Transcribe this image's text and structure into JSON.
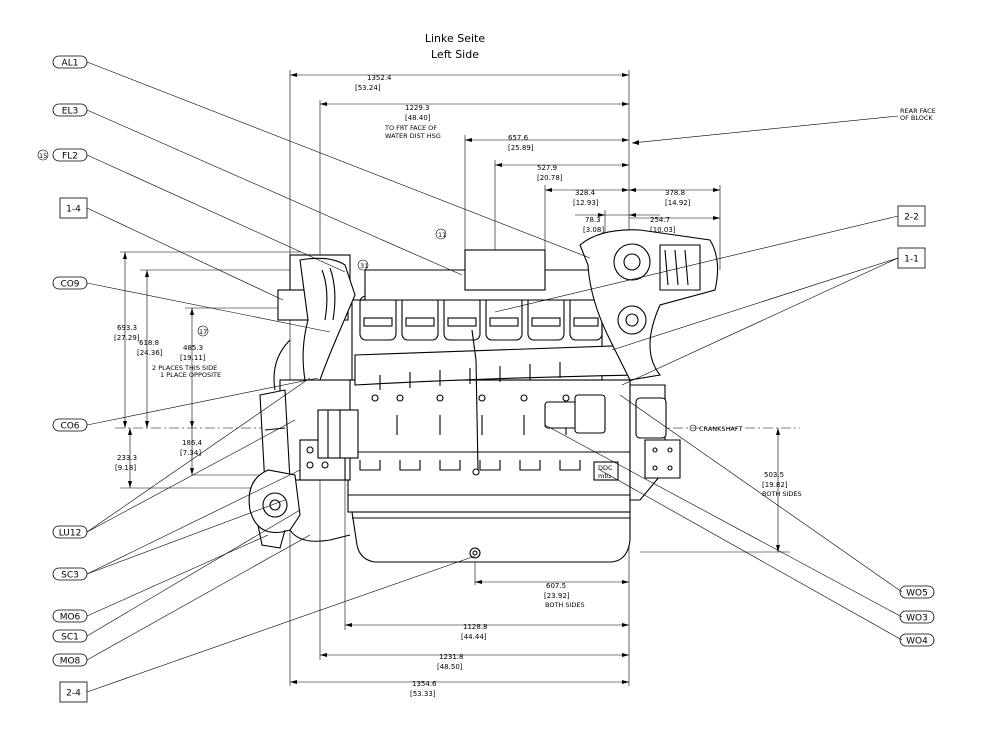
{
  "title": {
    "line1": "Linke Seite",
    "line2": "Left Side"
  },
  "notes": {
    "rear_face_1": "REAR FACE",
    "rear_face_2": "OF BLOCK",
    "water_dist_1": "TO FRT FACE OF",
    "water_dist_2": "WATER DIST HSG",
    "places_1": "2 PLACES THIS SIDE",
    "places_2": "1 PLACE OPPOSITE",
    "crankshaft": "CRANKSHAFT",
    "both_sides_right": "BOTH SIDES",
    "both_sides_bottom": "BOTH SIDES",
    "badge_1": "DDC",
    "badge_2": "mtu",
    "marker_11": "11",
    "marker_15": "15",
    "marker_31": "31",
    "marker_17": "17"
  },
  "dimensions": {
    "d1352": {
      "mm": "1352.4",
      "in": "[53.24]"
    },
    "d1229": {
      "mm": "1229.3",
      "in": "[48.40]"
    },
    "d657": {
      "mm": "657.6",
      "in": "[25.89]"
    },
    "d527": {
      "mm": "527.9",
      "in": "[20.78]"
    },
    "d328": {
      "mm": "328.4",
      "in": "[12.93]"
    },
    "d378": {
      "mm": "378.8",
      "in": "[14.92]"
    },
    "d78": {
      "mm": "78.3",
      "in": "[3.08]"
    },
    "d254": {
      "mm": "254.7",
      "in": "[10.03]"
    },
    "d693": {
      "mm": "693.3",
      "in": "[27.29]"
    },
    "d618": {
      "mm": "618.8",
      "in": "[24.36]"
    },
    "d485": {
      "mm": "485.3",
      "in": "[19.11]"
    },
    "d186": {
      "mm": "186.4",
      "in": "[7.34]"
    },
    "d233": {
      "mm": "233.3",
      "in": "[9.18]"
    },
    "d503": {
      "mm": "503.5",
      "in": "[19.82]"
    },
    "d607": {
      "mm": "607.5",
      "in": "[23.92]"
    },
    "d1128": {
      "mm": "1128.8",
      "in": "[44.44]"
    },
    "d1231": {
      "mm": "1231.8",
      "in": "[48.50]"
    },
    "d1354": {
      "mm": "1354.6",
      "in": "[53.33]"
    }
  },
  "callouts": {
    "AL1": "AL1",
    "EL3": "EL3",
    "FL2": "FL2",
    "FL2_prefix": "15",
    "box_1_4": "1-4",
    "CO9": "CO9",
    "CO6": "CO6",
    "LU12": "LU12",
    "SC3": "SC3",
    "MO6": "MO6",
    "SC1": "SC1",
    "MO8": "MO8",
    "box_2_4": "2-4",
    "box_2_2": "2-2",
    "box_1_1": "1-1",
    "WO5": "WO5",
    "WO3": "WO3",
    "WO4": "WO4"
  }
}
